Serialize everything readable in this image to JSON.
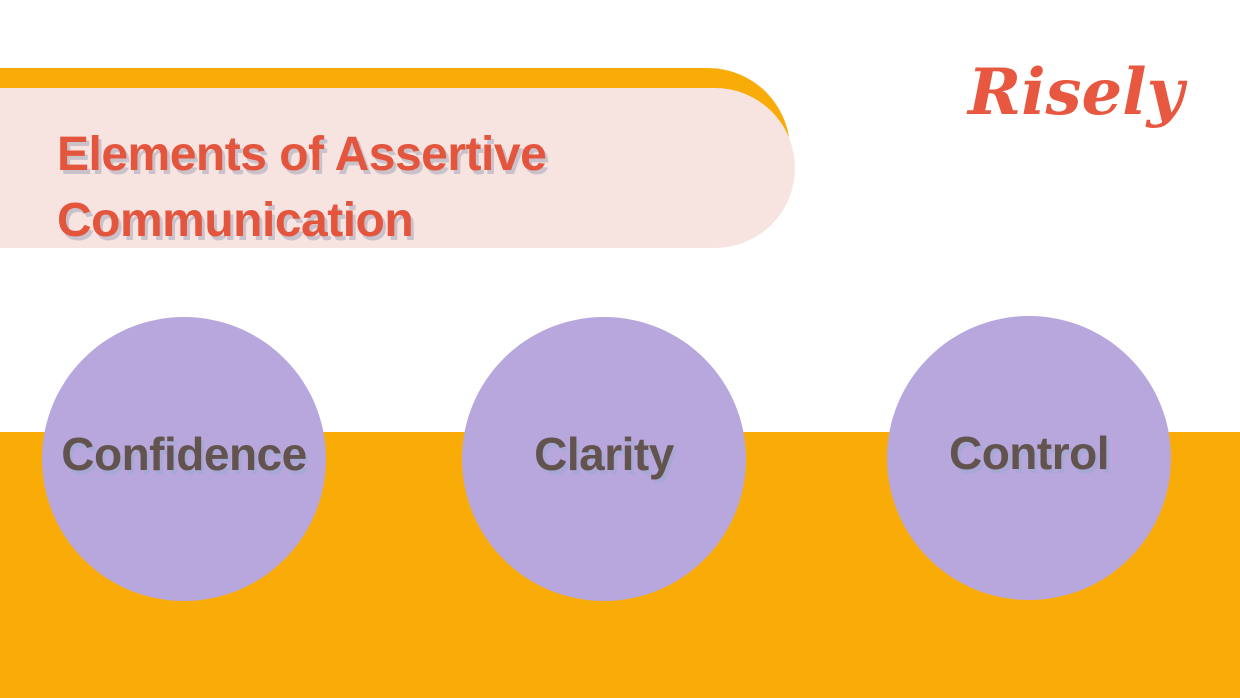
{
  "header": {
    "title_line1": "Elements of Assertive",
    "title_line2": "Communication",
    "title_color": "#E4553D",
    "banner_bg": "#F7E4E1",
    "accent_bg": "#F9AC08"
  },
  "logo": {
    "text": "Risely",
    "color": "#E8573F"
  },
  "circles": {
    "fill": "#B8A7DC",
    "label_color": "#63534F",
    "items": [
      {
        "label": "Confidence"
      },
      {
        "label": "Clarity"
      },
      {
        "label": "Control"
      }
    ]
  },
  "bottom_band": {
    "color": "#F9AC08"
  }
}
